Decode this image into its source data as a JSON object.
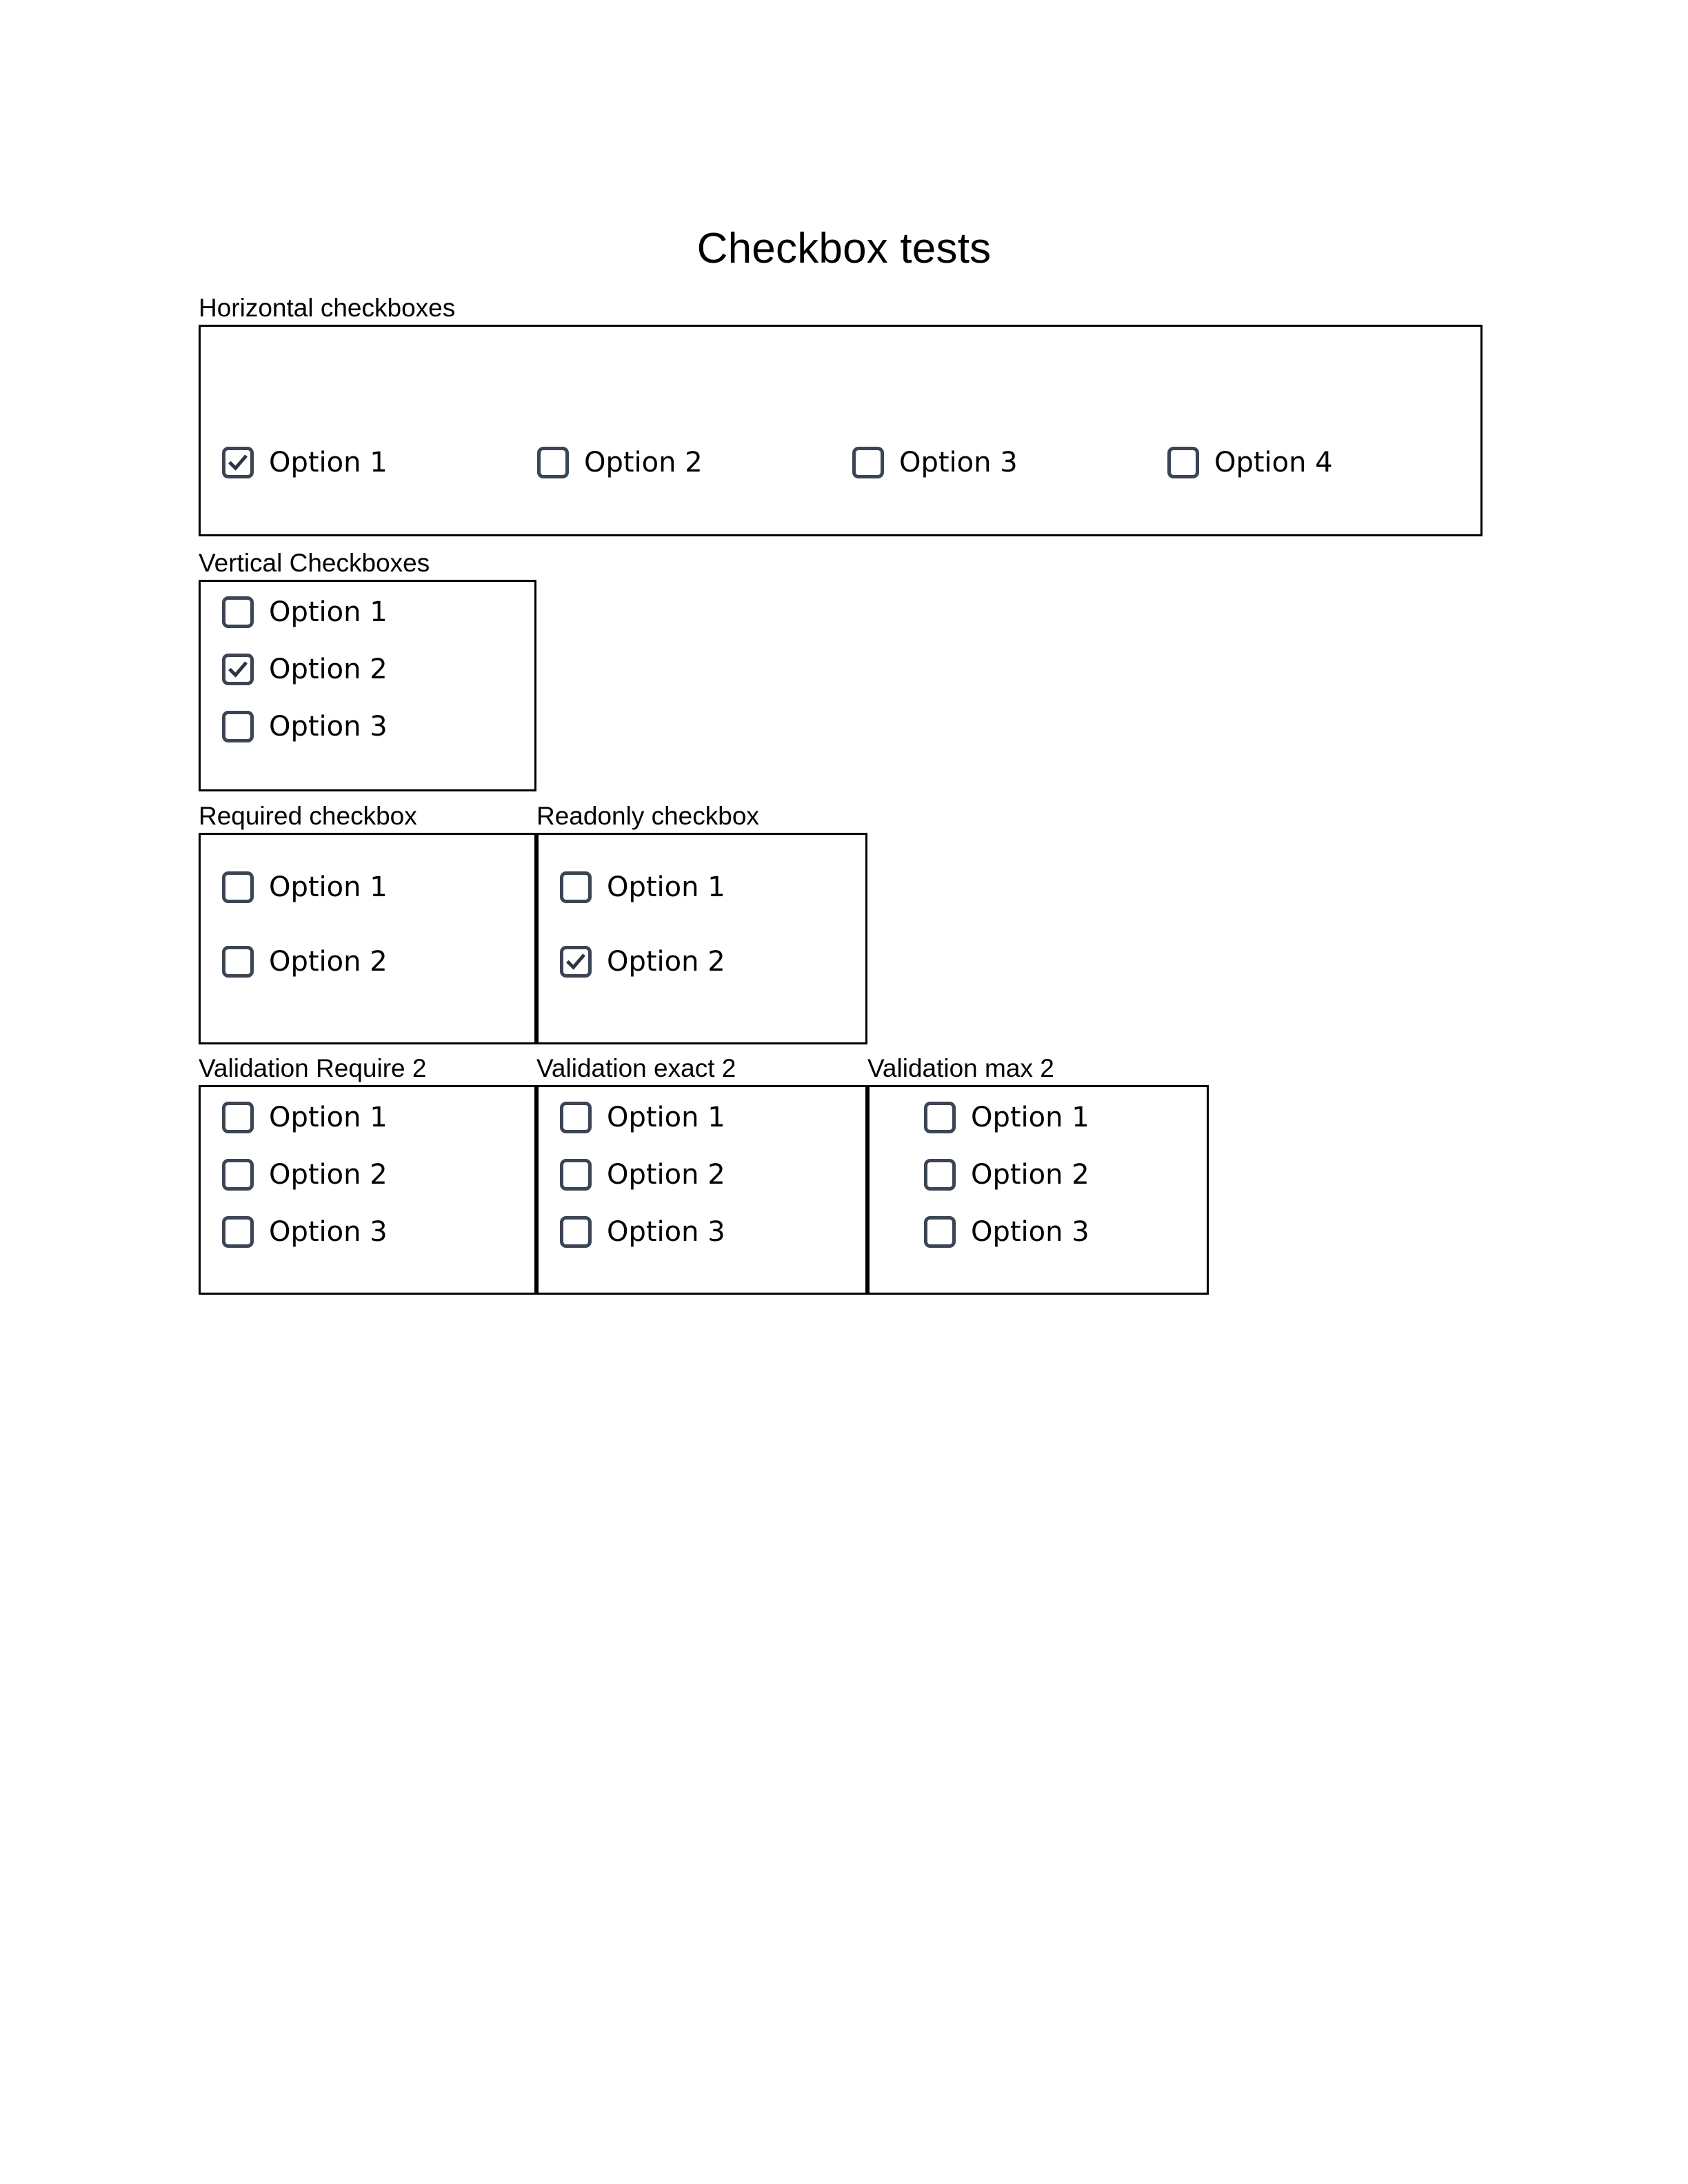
{
  "page": {
    "title": "Checkbox tests",
    "accent_border_color": "#3b4554",
    "box_border_color": "#000000",
    "text_color": "#000000",
    "background_color": "#ffffff"
  },
  "groups": {
    "horizontal": {
      "legend": "Horizontal checkboxes",
      "options": [
        {
          "label": "Option 1",
          "checked": true
        },
        {
          "label": "Option 2",
          "checked": false
        },
        {
          "label": "Option 3",
          "checked": false
        },
        {
          "label": "Option 4",
          "checked": false
        }
      ]
    },
    "vertical": {
      "legend": "Vertical Checkboxes",
      "options": [
        {
          "label": "Option 1",
          "checked": false
        },
        {
          "label": "Option 2",
          "checked": true
        },
        {
          "label": "Option 3",
          "checked": false
        }
      ]
    },
    "required": {
      "legend": "Required checkbox",
      "options": [
        {
          "label": "Option 1",
          "checked": false
        },
        {
          "label": "Option 2",
          "checked": false
        }
      ]
    },
    "readonly": {
      "legend": "Readonly checkbox",
      "options": [
        {
          "label": "Option 1",
          "checked": false
        },
        {
          "label": "Option 2",
          "checked": true
        }
      ]
    },
    "validation_require_2": {
      "legend": "Validation Require 2",
      "options": [
        {
          "label": "Option 1",
          "checked": false
        },
        {
          "label": "Option 2",
          "checked": false
        },
        {
          "label": "Option 3",
          "checked": false
        }
      ]
    },
    "validation_exact_2": {
      "legend": "Validation exact 2",
      "options": [
        {
          "label": "Option 1",
          "checked": false
        },
        {
          "label": "Option 2",
          "checked": false
        },
        {
          "label": "Option 3",
          "checked": false
        }
      ]
    },
    "validation_max_2": {
      "legend": "Validation max 2",
      "options": [
        {
          "label": "Option 1",
          "checked": false
        },
        {
          "label": "Option 2",
          "checked": false
        },
        {
          "label": "Option 3",
          "checked": false
        }
      ]
    }
  }
}
